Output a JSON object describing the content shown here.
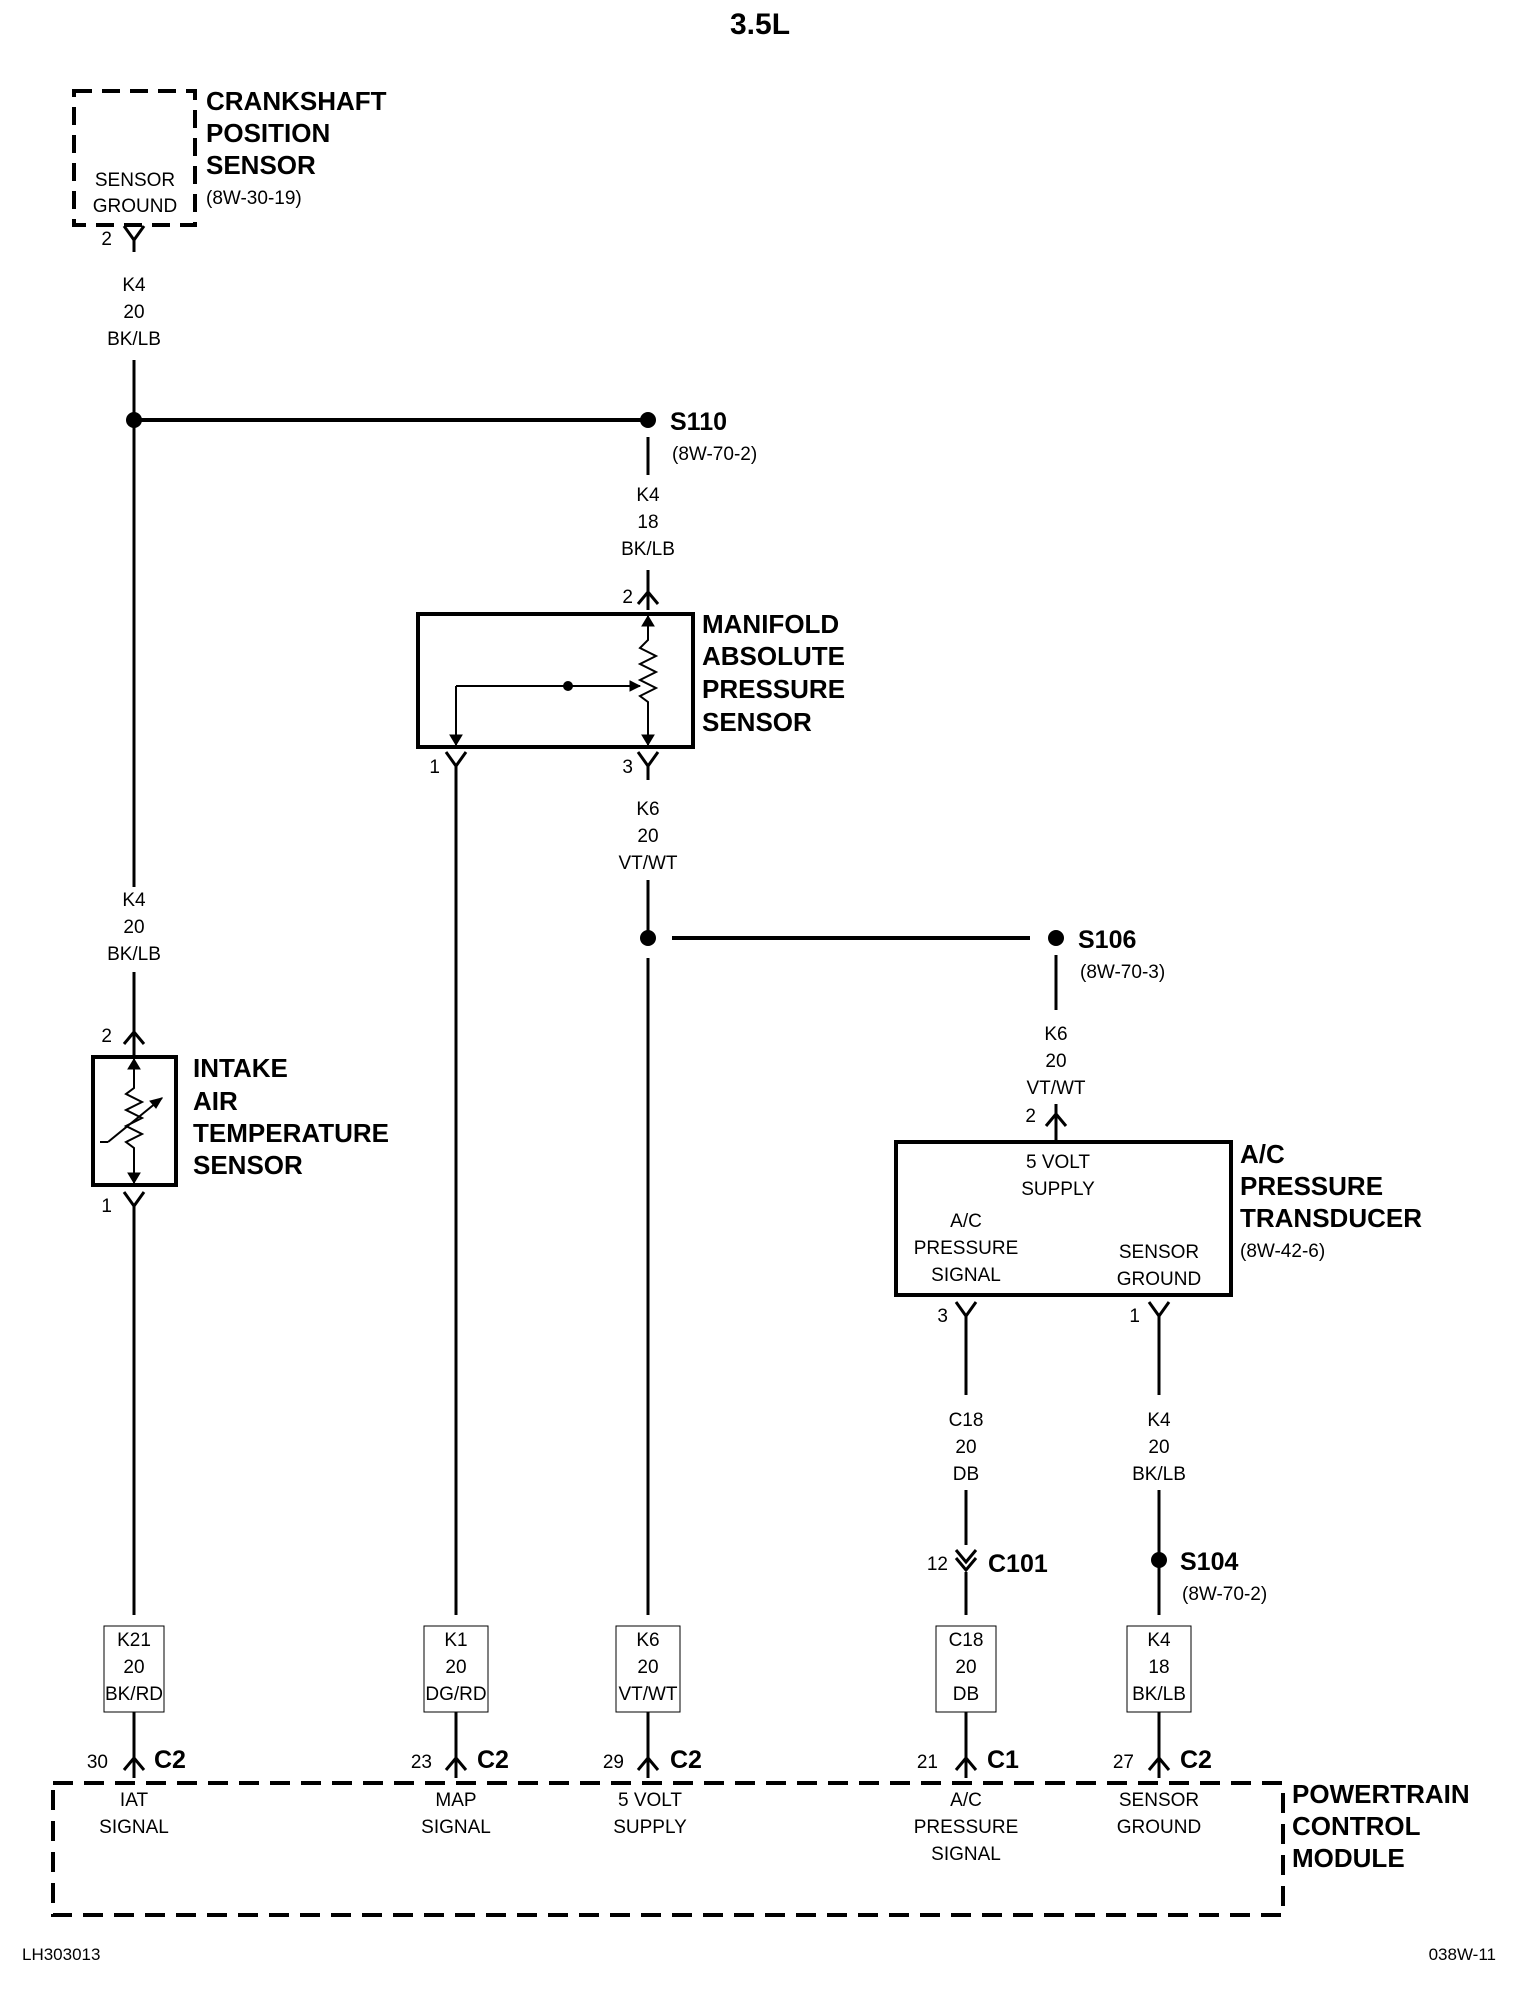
{
  "title": "3.5L",
  "footer": {
    "left": "LH303013",
    "right": "038W-11"
  },
  "components": {
    "crankshaft_sensor": {
      "name_lines": [
        "CRANKSHAFT",
        "POSITION",
        "SENSOR"
      ],
      "ref": "(8W-30-19)",
      "inner": [
        "SENSOR",
        "GROUND"
      ],
      "pin": "2"
    },
    "map_sensor": {
      "name_lines": [
        "MANIFOLD",
        "ABSOLUTE",
        "PRESSURE",
        "SENSOR"
      ],
      "pin_top": "2",
      "pin_left": "1",
      "pin_right": "3"
    },
    "iat_sensor": {
      "name_lines": [
        "INTAKE",
        "AIR",
        "TEMPERATURE",
        "SENSOR"
      ],
      "pin_top": "2",
      "pin_bottom": "1"
    },
    "ac_transducer": {
      "name_lines": [
        "A/C",
        "PRESSURE",
        "TRANSDUCER"
      ],
      "ref": "(8W-42-6)",
      "inner_supply": [
        "5 VOLT",
        "SUPPLY"
      ],
      "inner_signal": [
        "A/C",
        "PRESSURE",
        "SIGNAL"
      ],
      "inner_ground": [
        "SENSOR",
        "GROUND"
      ],
      "pin_top": "2",
      "pin_signal": "3",
      "pin_ground": "1"
    },
    "pcm": {
      "name_lines": [
        "POWERTRAIN",
        "CONTROL",
        "MODULE"
      ]
    }
  },
  "splices": {
    "s110": {
      "name": "S110",
      "ref": "(8W-70-2)"
    },
    "s106": {
      "name": "S106",
      "ref": "(8W-70-3)"
    },
    "s104": {
      "name": "S104",
      "ref": "(8W-70-2)"
    }
  },
  "connector_c101": {
    "name": "C101",
    "pin": "12"
  },
  "wires": {
    "crank_k4": [
      "K4",
      "20",
      "BK/LB"
    ],
    "s110_k4": [
      "K4",
      "18",
      "BK/LB"
    ],
    "map_k6": [
      "K6",
      "20",
      "VT/WT"
    ],
    "iat_k4": [
      "K4",
      "20",
      "BK/LB"
    ],
    "s106_k6": [
      "K6",
      "20",
      "VT/WT"
    ],
    "ac_c18": [
      "C18",
      "20",
      "DB"
    ],
    "ac_k4": [
      "K4",
      "20",
      "BK/LB"
    ],
    "iat_k21": [
      "K21",
      "20",
      "BK/RD"
    ],
    "map_k1": [
      "K1",
      "20",
      "DG/RD"
    ],
    "pcm_k6": [
      "K6",
      "20",
      "VT/WT"
    ],
    "pcm_c18": [
      "C18",
      "20",
      "DB"
    ],
    "pcm_k4": [
      "K4",
      "18",
      "BK/LB"
    ]
  },
  "pcm_pins": [
    {
      "pin": "30",
      "connector": "C2",
      "label": [
        "IAT",
        "SIGNAL"
      ]
    },
    {
      "pin": "23",
      "connector": "C2",
      "label": [
        "MAP",
        "SIGNAL"
      ]
    },
    {
      "pin": "29",
      "connector": "C2",
      "label": [
        "5 VOLT",
        "SUPPLY"
      ]
    },
    {
      "pin": "21",
      "connector": "C1",
      "label": [
        "A/C",
        "PRESSURE",
        "SIGNAL"
      ]
    },
    {
      "pin": "27",
      "connector": "C2",
      "label": [
        "SENSOR",
        "GROUND"
      ]
    }
  ]
}
